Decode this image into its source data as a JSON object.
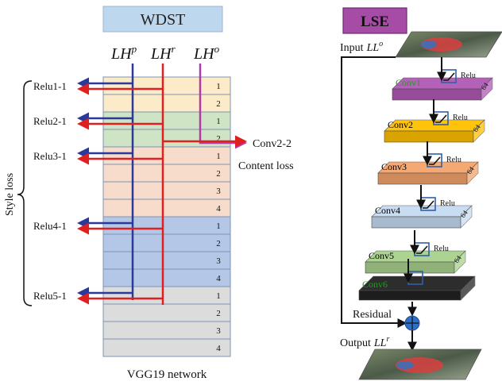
{
  "wdst": {
    "title": "WDST",
    "network_label": "VGG19 network",
    "inputs": [
      {
        "base": "LH",
        "sup": "p",
        "color": "#2b3a9a"
      },
      {
        "base": "LH",
        "sup": "r",
        "color": "#e02020"
      },
      {
        "base": "LH",
        "sup": "o",
        "color": "#b03aa8"
      }
    ],
    "groups": [
      {
        "fill": "#fbebc8",
        "layers": [
          "1",
          "2"
        ],
        "relu": "Relu1-1"
      },
      {
        "fill": "#cfe4c4",
        "layers": [
          "1",
          "2"
        ],
        "relu": "Relu2-1"
      },
      {
        "fill": "#f8dccb",
        "layers": [
          "1",
          "2",
          "3",
          "4"
        ],
        "relu": "Relu3-1"
      },
      {
        "fill": "#b4c7e7",
        "layers": [
          "1",
          "2",
          "3",
          "4"
        ],
        "relu": "Relu4-1"
      },
      {
        "fill": "#dcdcdc",
        "layers": [
          "1",
          "2",
          "3",
          "4"
        ],
        "relu": "Relu5-1"
      }
    ],
    "style_loss_label": "Style loss",
    "content_layer": "Conv2-2",
    "content_loss_label": "Content loss"
  },
  "lse": {
    "title": "LSE",
    "title_fill": "#a64ca6",
    "input_label": "Input",
    "input_base": "LL",
    "input_sup": "o",
    "output_label": "Output",
    "output_base": "LL",
    "output_sup": "r",
    "residual_label": "Residual",
    "layers": [
      {
        "name": "Conv1",
        "relu": "Relu",
        "ch": "64",
        "color": "#b05ab4",
        "name_color": "#1aa01a"
      },
      {
        "name": "Conv2",
        "relu": "Relu",
        "ch": "64",
        "color": "#ffc000",
        "name_color": "#000000"
      },
      {
        "name": "Conv3",
        "relu": "Relu",
        "ch": "64",
        "color": "#f4a46c",
        "name_color": "#000000"
      },
      {
        "name": "Conv4",
        "relu": "Relu",
        "ch": "64",
        "color": "#c6dcf2",
        "name_color": "#000000"
      },
      {
        "name": "Conv5",
        "relu": "Relu",
        "ch": "64",
        "color": "#a9d18e",
        "name_color": "#000000"
      },
      {
        "name": "Conv6",
        "relu": "",
        "ch": "",
        "color": "#222222",
        "name_color": "#1aa01a"
      }
    ]
  }
}
